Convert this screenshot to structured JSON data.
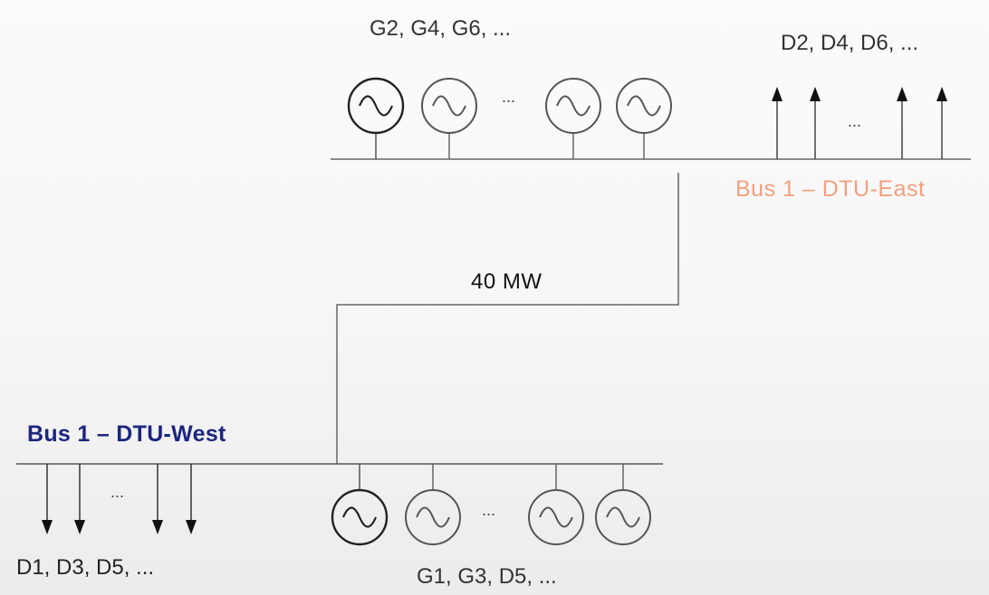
{
  "labels": {
    "gen_top": "G2, G4, G6, ...",
    "dem_top": "D2, D4, D6, ...",
    "bus_east": "Bus 1 – DTU-East",
    "flow": "40 MW",
    "bus_west": "Bus 1 – DTU-West",
    "dem_bottom": "D1, D3, D5, ...",
    "gen_bottom": "G1, G3, D5, ...",
    "ellipsis": "..."
  },
  "colors": {
    "line": "#555555",
    "bus_east": "#f3a07f",
    "bus_west": "#1c2580"
  },
  "icons": {
    "generator": "generator-sine-icon",
    "demand_up": "arrow-up-icon",
    "demand_down": "arrow-down-icon"
  }
}
